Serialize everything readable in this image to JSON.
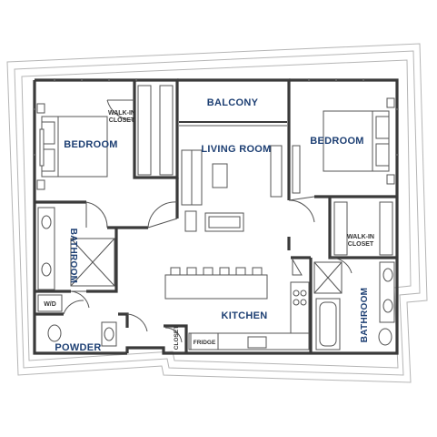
{
  "rooms": {
    "balcony": "BALCONY",
    "living_room": "LIVING ROOM",
    "bedroom_left": "BEDROOM",
    "bedroom_right": "BEDROOM",
    "walk_in_closet_left": [
      "WALK-IN",
      "CLOSET"
    ],
    "walk_in_closet_right": [
      "WALK-IN",
      "CLOSET"
    ],
    "bathroom_left": "BATHROOM",
    "bathroom_right": "BATHROOM",
    "kitchen": "KITCHEN",
    "powder": "POWDER",
    "closet": "CLOSET",
    "fridge": "FRIDGE",
    "wd": "W/D"
  },
  "colors": {
    "label": "#1d3f73",
    "wall": "#3a3a3a",
    "site_outline": "#b5b5b5"
  }
}
